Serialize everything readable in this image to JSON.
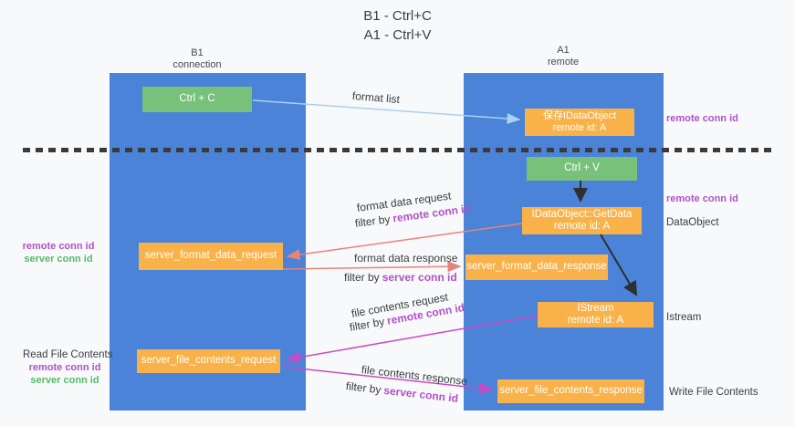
{
  "title": {
    "line1": "B1 - Ctrl+C",
    "line2": "A1 - Ctrl+V"
  },
  "lifelines": {
    "left": {
      "header_line1": "B1",
      "header_line2": "connection"
    },
    "right": {
      "header_line1": "A1",
      "header_line2": "remote"
    }
  },
  "nodes": {
    "ctrl_c": {
      "label": "Ctrl + C"
    },
    "ctrl_v": {
      "label": "Ctrl + V"
    },
    "save_dataobject": {
      "line1": "保存IDataObject",
      "line2": "remote id: A"
    },
    "getdata": {
      "line1": "IDataObject::GetData",
      "line2": "remote id: A"
    },
    "istream": {
      "line1": "IStream",
      "line2": "remote id: A"
    },
    "server_format_data_request": {
      "label": "server_format_data_request"
    },
    "server_format_data_response": {
      "label": "server_format_data_response"
    },
    "server_file_contents_request": {
      "label": "server_file_contents_request"
    },
    "server_file_contents_response": {
      "label": "server_file_contents_response"
    }
  },
  "messages": {
    "format_list": "format list",
    "format_data_request": "format data request",
    "format_data_response": "format data response",
    "file_contents_request": "file contents request",
    "file_contents_response": "file contents response",
    "filter_by": "filter by",
    "remote_conn_id": "remote conn id",
    "server_conn_id": "server conn id"
  },
  "annotations": {
    "right_remote_conn_top": "remote conn id",
    "right_remote_conn_mid": "remote conn id",
    "right_dataobject": "DataObject",
    "right_istream": "Istream",
    "right_write_file": "Write File Contents",
    "left_remote_conn_top": "remote conn id",
    "left_server_conn_top": "server conn id",
    "left_read_file": "Read File Contents",
    "left_remote_conn_bottom": "remote conn id",
    "left_server_conn_bottom": "server conn id"
  },
  "colors": {
    "bg": "#f8f9fa",
    "column_blue": "#4a83d8",
    "box_green": "#77c17a",
    "box_orange": "#f9b24a",
    "text_white": "#ffffff",
    "text_dark": "#3c4043",
    "purple": "#b052c8",
    "green_text": "#57b96a",
    "arrow_blue": "#a8d2f0",
    "arrow_salmon": "#e8837b",
    "arrow_magenta": "#cb49c5",
    "arrow_black": "#2f2f2f",
    "dash_color": "#3a3a3a"
  }
}
